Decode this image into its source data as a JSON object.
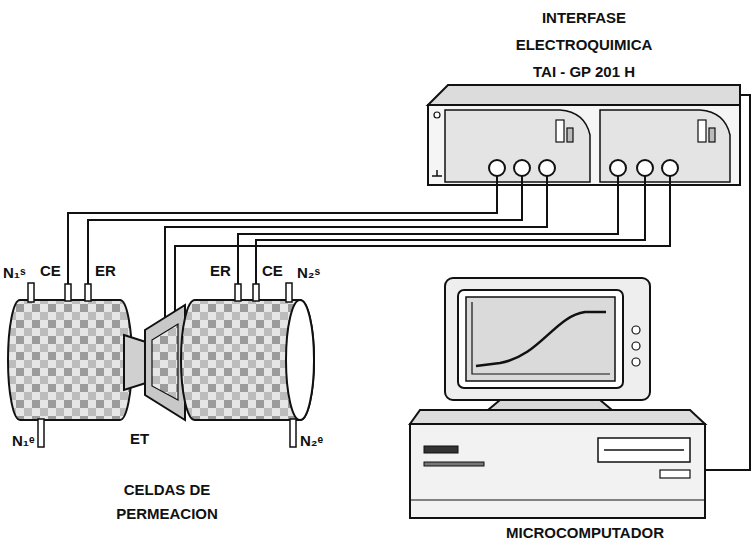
{
  "diagram": {
    "nodes": [
      {
        "text": [
          "INTERFASE ELECTROQUIMICA TAI - GP 201 H"
        ]
      },
      {
        "text": [
          "CELDAS DE PERMEACION"
        ]
      },
      {
        "text": [
          "MICROCOMPUTADOR"
        ]
      }
    ],
    "edges": [
      {
        "from": 0,
        "to": 1,
        "arrow": "none"
      },
      {
        "from": 0,
        "to": 2,
        "arrow": "none"
      }
    ],
    "labels": [
      "CE",
      "ER",
      "ER",
      "CE",
      "N₁ˢ",
      "N₂ˢ",
      "N₁ᵉ",
      "N₂ᵉ",
      "ET"
    ]
  }
}
